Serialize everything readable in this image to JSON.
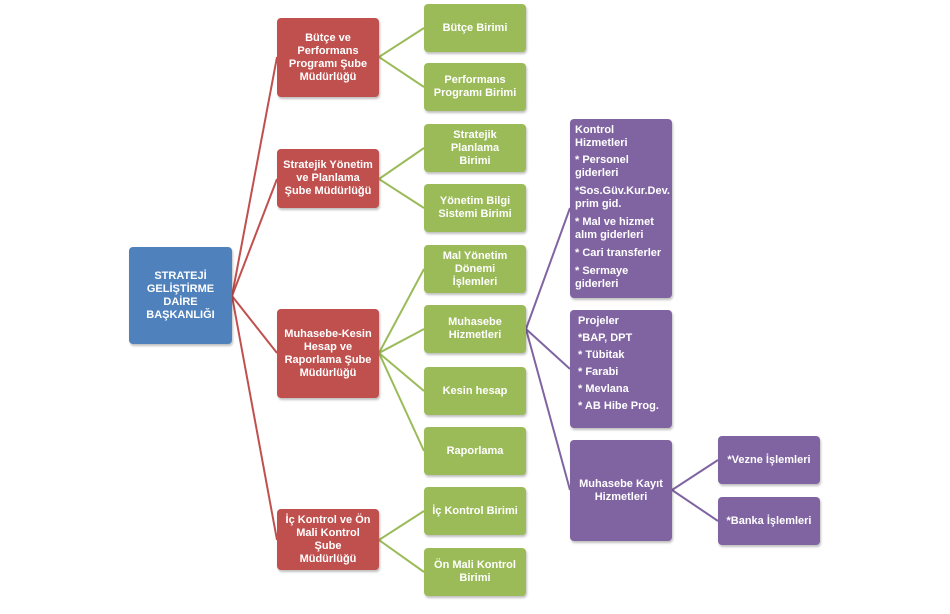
{
  "colors": {
    "root": "#4f81bd",
    "red": "#c0504d",
    "green": "#9bbb59",
    "purple": "#8064a2"
  },
  "root": {
    "lines": [
      "STRATEJİ",
      "GELİŞTİRME",
      "DAİRE BAŞKANLIĞI"
    ]
  },
  "branches": [
    {
      "lines": [
        "Bütçe ve",
        "Performans",
        "Programı Şube",
        "Müdürlüğü"
      ]
    },
    {
      "lines": [
        "Stratejik Yönetim",
        "ve Planlama",
        "Şube Müdürlüğü"
      ]
    },
    {
      "lines": [
        "Muhasebe-Kesin",
        "Hesap ve",
        "Raporlama Şube",
        "Müdürlüğü"
      ]
    },
    {
      "lines": [
        "İç Kontrol ve Ön",
        "Mali Kontrol Şube",
        "Müdürlüğü"
      ]
    }
  ],
  "units": [
    {
      "lines": [
        "Bütçe Birimi"
      ]
    },
    {
      "lines": [
        "Performans",
        "Programı Birimi"
      ]
    },
    {
      "lines": [
        "Stratejik Planlama",
        "Birimi"
      ]
    },
    {
      "lines": [
        "Yönetim Bilgi",
        "Sistemi Birimi"
      ]
    },
    {
      "lines": [
        "Mal Yönetim",
        "Dönemi",
        "İşlemleri"
      ]
    },
    {
      "lines": [
        "Muhasebe",
        "Hizmetleri"
      ]
    },
    {
      "lines": [
        "Kesin hesap"
      ]
    },
    {
      "lines": [
        "Raporlama"
      ]
    },
    {
      "lines": [
        "İç Kontrol Birimi"
      ]
    },
    {
      "lines": [
        "Ön Mali Kontrol",
        "Birimi"
      ]
    }
  ],
  "kontrol": {
    "title": "Kontrol  Hizmetleri",
    "items": [
      "* Personel giderleri",
      "*Sos.Güv.Kur.Dev. prim gid.",
      "* Mal ve hizmet alım giderleri",
      "* Cari transferler",
      "* Sermaye giderleri"
    ]
  },
  "projeler": {
    "title": "Projeler",
    "items": [
      "*BAP, DPT",
      "* Tübitak",
      "* Farabi",
      "* Mevlana",
      "* AB Hibe Prog."
    ]
  },
  "kayit": {
    "lines": [
      "Muhasebe  Kayıt",
      "Hizmetleri"
    ]
  },
  "vezne": {
    "lines": [
      "*Vezne İşlemleri"
    ]
  },
  "banka": {
    "lines": [
      "*Banka İşlemleri"
    ]
  }
}
